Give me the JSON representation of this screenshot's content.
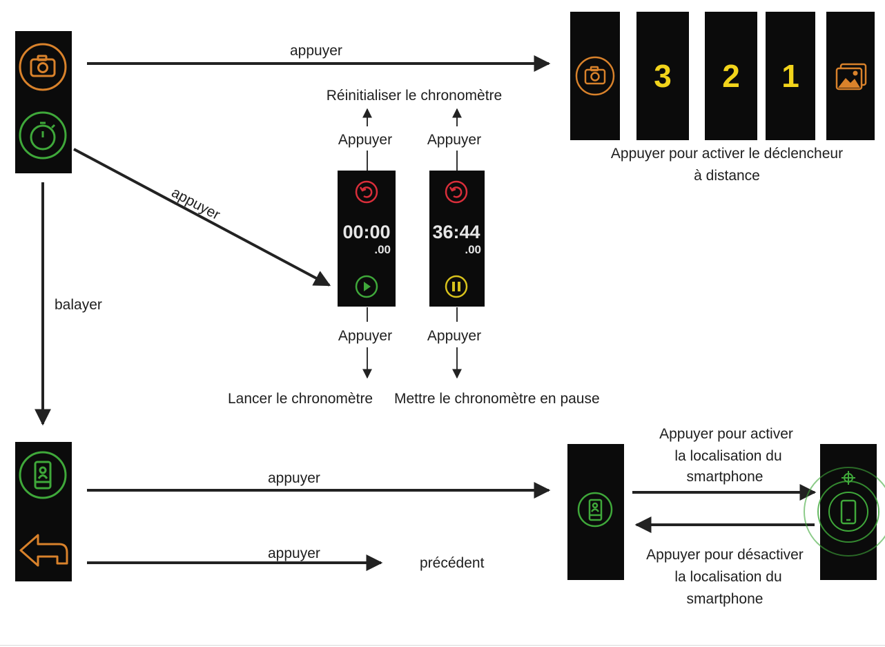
{
  "labels": {
    "tap_camera": "appuyer",
    "tap_stopwatch": "appuyer",
    "swipe": "balayer",
    "reset_stopwatch": "Réinitialiser le chronomètre",
    "press_top_left": "Appuyer",
    "press_top_right": "Appuyer",
    "press_bottom_left": "Appuyer",
    "press_bottom_right": "Appuyer",
    "start_stopwatch": "Lancer le chronomètre",
    "pause_stopwatch": "Mettre le chronomètre en pause",
    "remote_shutter_line1": "Appuyer pour activer le déclencheur",
    "remote_shutter_line2": "à distance",
    "tap_find_phone": "appuyer",
    "tap_back": "appuyer",
    "previous": "précédent",
    "activate_find_line1": "Appuyer pour activer",
    "activate_find_line2": "la localisation du",
    "activate_find_line3": "smartphone",
    "deactivate_find_line1": "Appuyer pour désactiver",
    "deactivate_find_line2": "la localisation du",
    "deactivate_find_line3": "smartphone"
  },
  "countdown": {
    "three": "3",
    "two": "2",
    "one": "1"
  },
  "stopwatch": {
    "idle_time": "00:00",
    "idle_fraction": ".00",
    "running_time": "36:44",
    "running_fraction": ".00"
  },
  "icons": {
    "camera": "camera-icon",
    "stopwatch": "stopwatch-icon",
    "reset": "reset-icon",
    "play": "play-icon",
    "pause": "pause-icon",
    "gallery": "gallery-icon",
    "find_phone": "find-phone-icon",
    "back": "back-arrow-icon",
    "crosshair": "crosshair-icon"
  },
  "colors": {
    "orange": "#d9822b",
    "green": "#3fa83a",
    "red": "#d92e3a",
    "yellow": "#f2d41b",
    "panel": "#0b0b0b",
    "arrow": "#222222"
  }
}
